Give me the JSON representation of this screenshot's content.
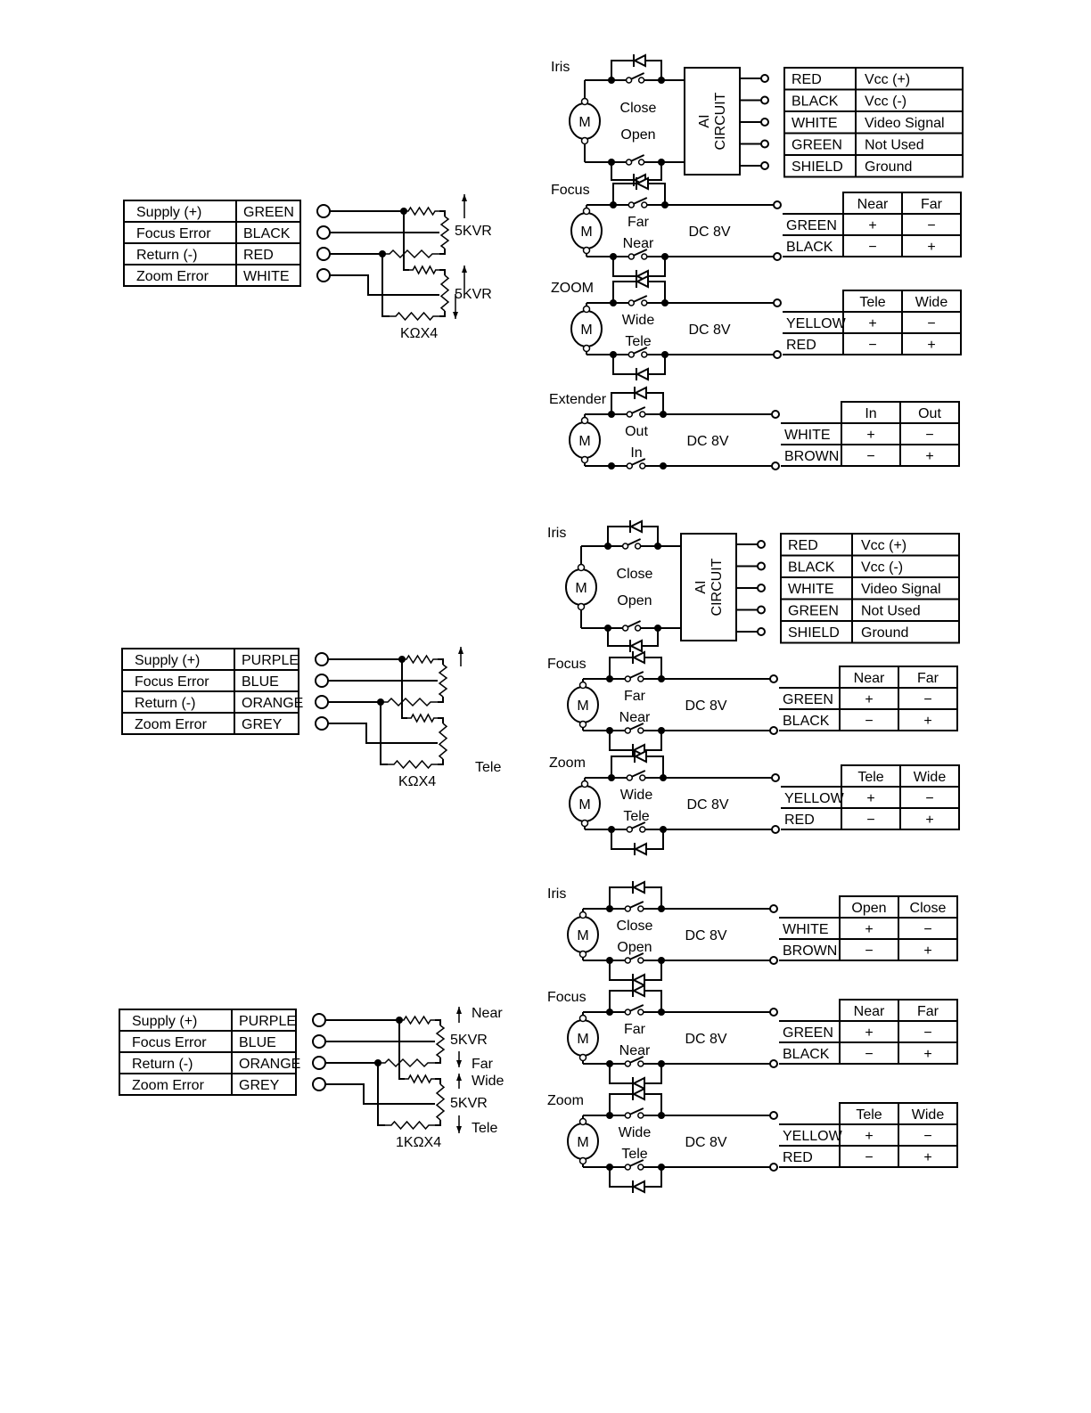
{
  "sections": [
    {
      "pot_table": [
        {
          "signal": "Supply (+)",
          "color": "GREEN"
        },
        {
          "signal": "Focus Error",
          "color": "BLACK"
        },
        {
          "signal": "Return (-)",
          "color": "RED"
        },
        {
          "signal": "Zoom Error",
          "color": "WHITE"
        }
      ],
      "vr_labels": {
        "upper": "5KVR",
        "lower": "5KVR",
        "near": "",
        "far": "",
        "wide": "",
        "tele": ""
      },
      "resistor_label": "KΩX4",
      "iris": {
        "label": "Iris",
        "close": "Close",
        "open": "Open",
        "circuit": [
          "AI",
          "CIRCUIT"
        ],
        "rows": [
          {
            "color": "RED",
            "function": "Vcc (+)"
          },
          {
            "color": "BLACK",
            "function": "Vcc (-)"
          },
          {
            "color": "WHITE",
            "function": "Video Signal"
          },
          {
            "color": "GREEN",
            "function": "Not Used"
          },
          {
            "color": "SHIELD",
            "function": "Ground"
          }
        ]
      },
      "motors": [
        {
          "label": "Focus",
          "upper": "Far",
          "lower": "Near",
          "voltage": "DC 8V",
          "cols": [
            "Near",
            "Far"
          ],
          "rows": [
            {
              "wire": "GREEN",
              "v": [
                "+",
                "−"
              ]
            },
            {
              "wire": "BLACK",
              "v": [
                "−",
                "+"
              ]
            }
          ]
        },
        {
          "label": "ZOOM",
          "upper": "Wide",
          "lower": "Tele",
          "voltage": "DC 8V",
          "cols": [
            "Tele",
            "Wide"
          ],
          "rows": [
            {
              "wire": "YELLOW",
              "v": [
                "+",
                "−"
              ]
            },
            {
              "wire": "RED",
              "v": [
                "−",
                "+"
              ]
            }
          ]
        },
        {
          "label": "Extender",
          "upper": "Out",
          "lower": "In",
          "voltage": "DC 8V",
          "cols": [
            "In",
            "Out"
          ],
          "rows": [
            {
              "wire": "WHITE",
              "v": [
                "+",
                "−"
              ]
            },
            {
              "wire": "BROWN",
              "v": [
                "−",
                "+"
              ]
            }
          ]
        }
      ]
    },
    {
      "pot_table": [
        {
          "signal": "Supply (+)",
          "color": "PURPLE"
        },
        {
          "signal": "Focus Error",
          "color": "BLUE"
        },
        {
          "signal": "Return (-)",
          "color": "ORANGE"
        },
        {
          "signal": "Zoom Error",
          "color": "GREY"
        }
      ],
      "vr_labels": {
        "tele": "Tele"
      },
      "resistor_label": "KΩX4",
      "iris": {
        "label": "Iris",
        "close": "Close",
        "open": "Open",
        "circuit": [
          "AI",
          "CIRCUIT"
        ],
        "rows": [
          {
            "color": "RED",
            "function": "Vcc (+)"
          },
          {
            "color": "BLACK",
            "function": "Vcc (-)"
          },
          {
            "color": "WHITE",
            "function": "Video Signal"
          },
          {
            "color": "GREEN",
            "function": "Not Used"
          },
          {
            "color": "SHIELD",
            "function": "Ground"
          }
        ]
      },
      "motors": [
        {
          "label": "Focus",
          "upper": "Far",
          "lower": "Near",
          "voltage": "DC 8V",
          "cols": [
            "Near",
            "Far"
          ],
          "rows": [
            {
              "wire": "GREEN",
              "v": [
                "+",
                "−"
              ]
            },
            {
              "wire": "BLACK",
              "v": [
                "−",
                "+"
              ]
            }
          ]
        },
        {
          "label": "Zoom",
          "upper": "Wide",
          "lower": "Tele",
          "voltage": "DC 8V",
          "cols": [
            "Tele",
            "Wide"
          ],
          "rows": [
            {
              "wire": "YELLOW",
              "v": [
                "+",
                "−"
              ]
            },
            {
              "wire": "RED",
              "v": [
                "−",
                "+"
              ]
            }
          ]
        }
      ]
    },
    {
      "pot_table": [
        {
          "signal": "Supply (+)",
          "color": "PURPLE"
        },
        {
          "signal": "Focus Error",
          "color": "BLUE"
        },
        {
          "signal": "Return (-)",
          "color": "ORANGE"
        },
        {
          "signal": "Zoom Error",
          "color": "GREY"
        }
      ],
      "vr_labels": {
        "upper": "5KVR",
        "lower": "5KVR",
        "near": "Near",
        "far": "Far",
        "wide": "Wide",
        "tele": "Tele"
      },
      "resistor_label": "1KΩX4",
      "motors": [
        {
          "label": "Iris",
          "upper": "Close",
          "lower": "Open",
          "voltage": "DC 8V",
          "cols": [
            "Open",
            "Close"
          ],
          "rows": [
            {
              "wire": "WHITE",
              "v": [
                "+",
                "−"
              ]
            },
            {
              "wire": "BROWN",
              "v": [
                "−",
                "+"
              ]
            }
          ]
        },
        {
          "label": "Focus",
          "upper": "Far",
          "lower": "Near",
          "voltage": "DC 8V",
          "cols": [
            "Near",
            "Far"
          ],
          "rows": [
            {
              "wire": "GREEN",
              "v": [
                "+",
                "−"
              ]
            },
            {
              "wire": "BLACK",
              "v": [
                "−",
                "+"
              ]
            }
          ]
        },
        {
          "label": "Zoom",
          "upper": "Wide",
          "lower": "Tele",
          "voltage": "DC 8V",
          "cols": [
            "Tele",
            "Wide"
          ],
          "rows": [
            {
              "wire": "YELLOW",
              "v": [
                "+",
                "−"
              ]
            },
            {
              "wire": "RED",
              "v": [
                "−",
                "+"
              ]
            }
          ]
        }
      ]
    }
  ],
  "motor_symbol": "M"
}
